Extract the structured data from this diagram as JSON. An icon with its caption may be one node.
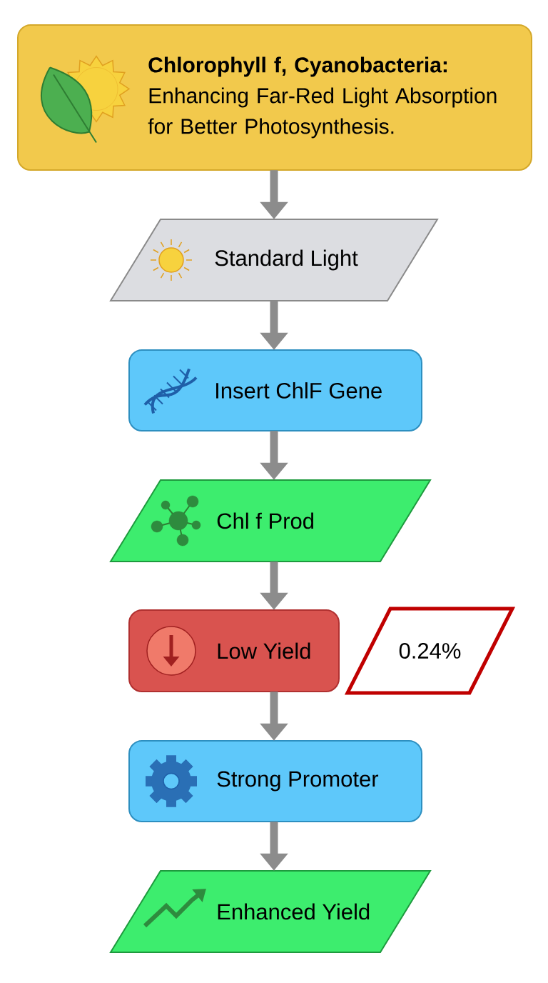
{
  "diagram": {
    "nodes": [
      {
        "text": [
          "Chlorophyll f, Cyanobacteria:",
          "Enhancing Far-Red Light Absorption for Better Photosynthesis."
        ]
      },
      {
        "text": [
          "Standard Light"
        ]
      },
      {
        "text": [
          "Insert ChlF Gene"
        ]
      },
      {
        "text": [
          "Chl f Prod"
        ]
      },
      {
        "text": [
          "Low Yield"
        ]
      },
      {
        "text": [
          "0.24%"
        ]
      },
      {
        "text": [
          "Strong Promoter"
        ]
      },
      {
        "text": [
          "Enhanced Yield"
        ]
      }
    ],
    "edges": [
      {
        "from": 0,
        "to": 1,
        "arrow": "to"
      },
      {
        "from": 1,
        "to": 2,
        "arrow": "to"
      },
      {
        "from": 2,
        "to": 3,
        "arrow": "to"
      },
      {
        "from": 3,
        "to": 4,
        "arrow": "to"
      },
      {
        "from": 4,
        "to": 6,
        "arrow": "to"
      },
      {
        "from": 6,
        "to": 7,
        "arrow": "to"
      }
    ]
  }
}
